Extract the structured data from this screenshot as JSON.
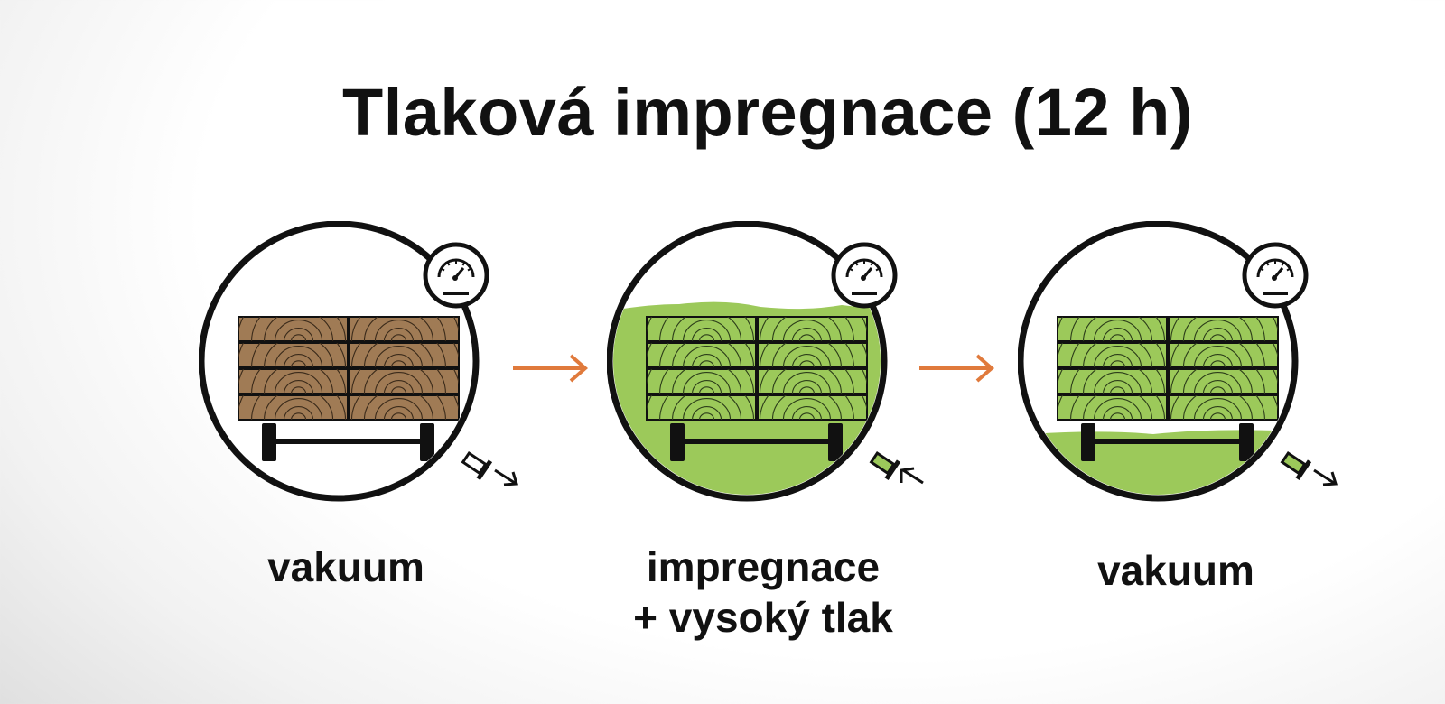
{
  "title": "Tlaková impregnace (12 h)",
  "stages": [
    {
      "label_1": "vakuum",
      "label_2": "",
      "fill_level": "none",
      "flow": "out"
    },
    {
      "label_1": "impregnace",
      "label_2": "+ vysoký tlak",
      "fill_level": "full",
      "flow": "in"
    },
    {
      "label_1": "vakuum",
      "label_2": "",
      "fill_level": "bottom",
      "flow": "out"
    }
  ],
  "colors": {
    "wood": "#a07b55",
    "wood_grain": "#3a2a1a",
    "impregnant": "#9cc95a",
    "impregnant_grain": "#2c3d1a",
    "arrow": "#e07a3c",
    "ink": "#111111"
  },
  "icons": [
    "pressure-gauge-icon",
    "valve-icon",
    "flow-arrow-icon",
    "process-arrow-icon"
  ]
}
